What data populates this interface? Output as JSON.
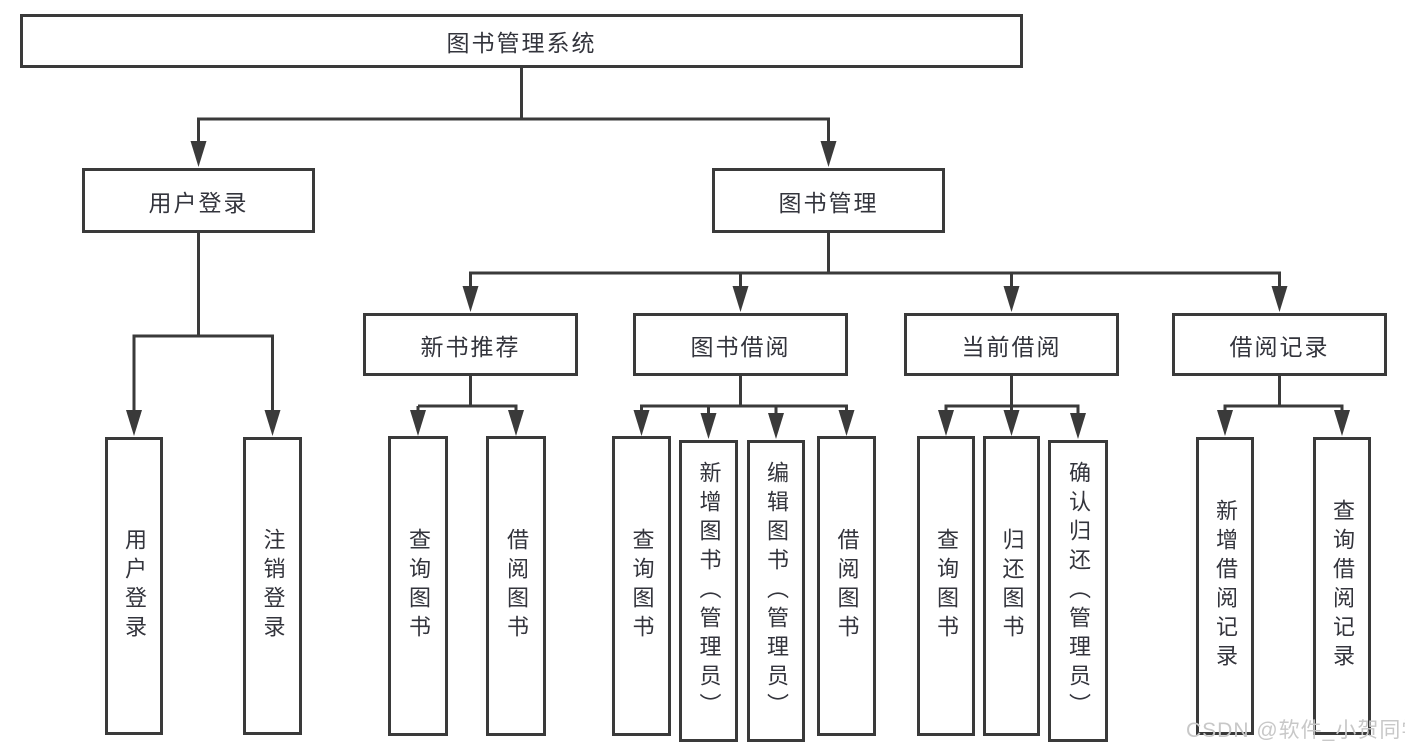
{
  "colors": {
    "line": "#3a3a3a",
    "text": "#33343c",
    "background": "#ffffff",
    "watermark_text_color": "#c8c8c8"
  },
  "tree": {
    "root": {
      "label": "图书管理系统"
    },
    "children": [
      {
        "label": "用户登录",
        "children": [
          {
            "label": "用户登录"
          },
          {
            "label": "注销登录"
          }
        ]
      },
      {
        "label": "图书管理",
        "children": [
          {
            "label": "新书推荐",
            "children": [
              {
                "label": "查询图书"
              },
              {
                "label": "借阅图书"
              }
            ]
          },
          {
            "label": "图书借阅",
            "children": [
              {
                "label": "查询图书"
              },
              {
                "label": "新增图书（管理员）"
              },
              {
                "label": "编辑图书（管理员）"
              },
              {
                "label": "借阅图书"
              }
            ]
          },
          {
            "label": "当前借阅",
            "children": [
              {
                "label": "查询图书"
              },
              {
                "label": "归还图书"
              },
              {
                "label": "确认归还（管理员）"
              }
            ]
          },
          {
            "label": "借阅记录",
            "children": [
              {
                "label": "新增借阅记录"
              },
              {
                "label": "查询借阅记录"
              }
            ]
          }
        ]
      }
    ]
  },
  "watermark": {
    "text": "CSDN @软件_小贺同学"
  }
}
